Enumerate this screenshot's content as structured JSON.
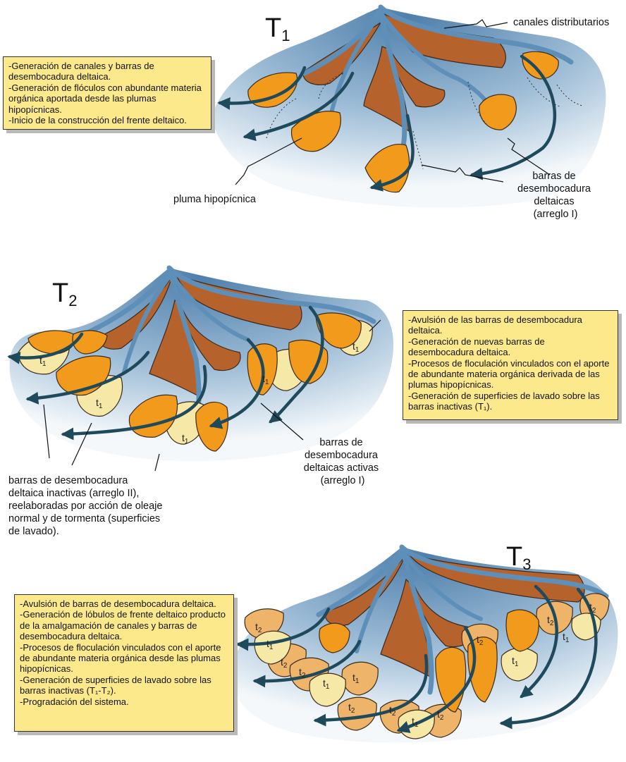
{
  "panels": {
    "t1": {
      "title": "T",
      "title_sub": "1",
      "note": [
        "-Generación de canales y barras de desembocadura deltaica.",
        "-Generación de flóculos con abundante materia orgánica aportada desde las plumas hipopícnicas.",
        "-Inicio de la construcción del frente deltaico."
      ],
      "labels": {
        "channels": "canales distributarios",
        "plume": "pluma hipopícnica",
        "bars": [
          "barras de",
          "desembocadura",
          "deltaicas",
          "(arreglo I)"
        ]
      }
    },
    "t2": {
      "title": "T",
      "title_sub": "2",
      "note": [
        "-Avulsión de las barras de desembocadura deltaica.",
        "-Generación de nuevas barras de desembocadura deltaica.",
        "-Procesos de floculación vinculados con el aporte de abundante materia orgánica derivada de las plumas hipopícnicas.",
        "-Generación de superficies de lavado sobre las barras inactivas (T₁)."
      ],
      "labels": {
        "active_bars": [
          "barras de",
          "desembocadura",
          "deltaicas activas",
          "(arreglo I)"
        ],
        "inactive_bars": [
          "barras de desembocadura",
          "deltaica inactivas (arreglo II),",
          "reelaboradas por acción de oleaje",
          "normal y de tormenta (superficies",
          "de lavado)."
        ]
      }
    },
    "t3": {
      "title": "T",
      "title_sub": "3",
      "note": [
        "-Avulsión de barras de desembocadura deltaica.",
        "-Generación de lóbulos de frente deltaico producto de la amalgamación de canales y barras de desembocadura deltaica.",
        "-Procesos de floculación vinculados con el aporte de abundante materia orgánica desde las plumas hipopícnicas.",
        "-Generación de superficies de lavado sobre las barras inactivas (T₁-T₂).",
        "-Progradación del sistema."
      ]
    }
  },
  "bar_labels": {
    "prefix": "t",
    "one": "1",
    "two": "2"
  },
  "colors": {
    "water_dark": "#5e8fb8",
    "water_light": "#f4f8fb",
    "plain": "#b5622c",
    "bar_active": "#f29a1c",
    "bar_inactive_1": "#f6e8a6",
    "bar_inactive_2": "#eeb56a",
    "arrow": "#1f4a5c",
    "note_bg": "#fbe98c"
  }
}
